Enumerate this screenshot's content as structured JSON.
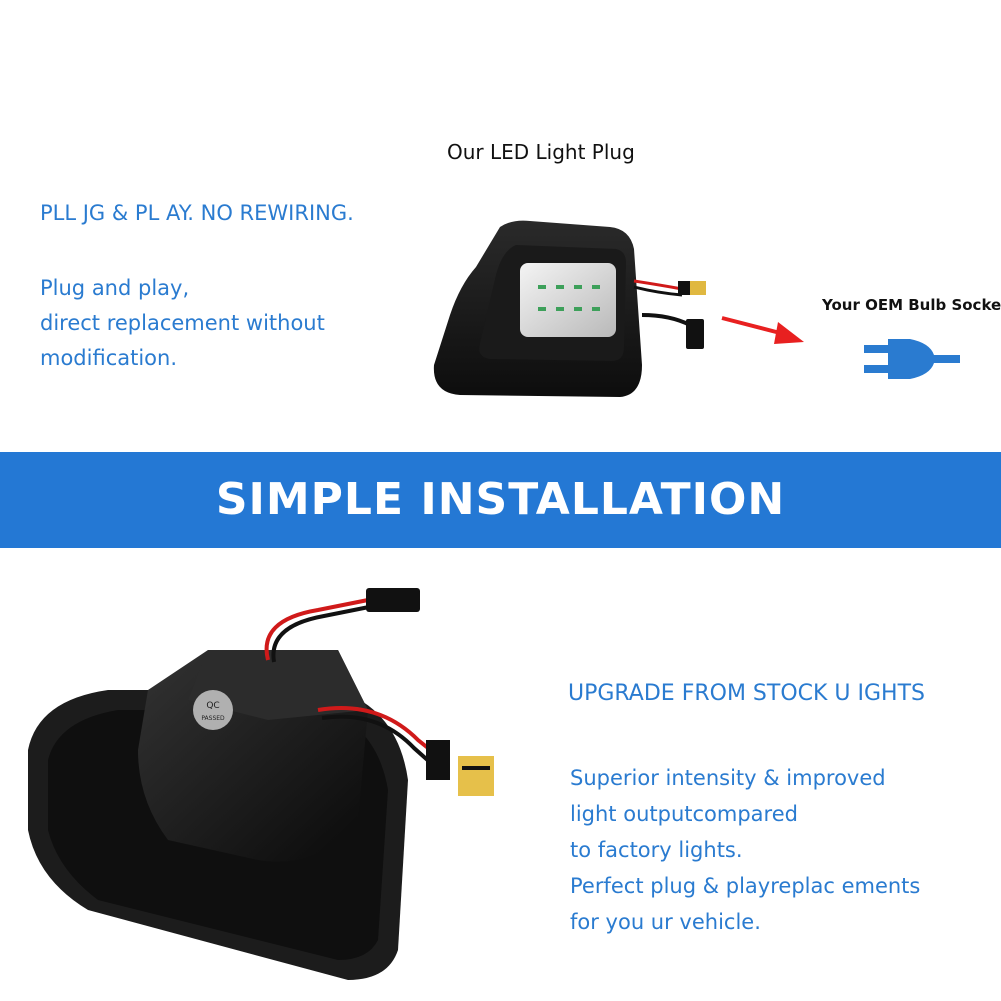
{
  "top_section": {
    "product_label": "Our LED Light Plug",
    "headline": "PLL JG & PL AY. NO REWIRING.",
    "description_lines": [
      "Plug and play,",
      "direct replacement without",
      "modification."
    ],
    "socket_label": "Your OEM Bulb Socket"
  },
  "banner": {
    "title": "SIMPLE INSTALLATION",
    "color": "#2478d4"
  },
  "bottom_section": {
    "upgrade_title": "UPGRADE FROM STOCK U IGHTS",
    "feature_lines": [
      "Superior intensity & improved",
      "light outputcompared",
      "to factory lights.",
      "Perfect plug & playreplac ements",
      "for you ur vehicle."
    ],
    "qc_sticker": {
      "line1": "QC",
      "line2": "PASSED"
    }
  },
  "colors": {
    "accent_blue": "#2a7bd0",
    "arrow_red": "#e82020"
  },
  "icons": {
    "socket": "plug-icon",
    "arrow": "arrow-right-icon"
  }
}
